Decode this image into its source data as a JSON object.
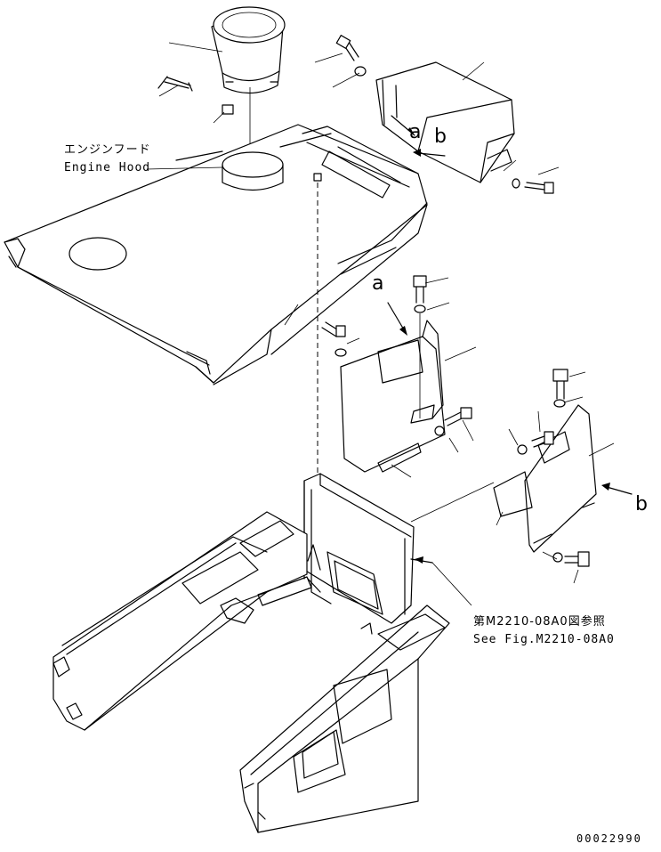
{
  "labels": {
    "engine_hood_jp": "エンジンフード",
    "engine_hood_en": "Engine Hood",
    "see_fig_jp": "第M2210-08A0図参照",
    "see_fig_en": "See Fig.M2210-08A0",
    "view_a_upper": "a",
    "view_b_upper": "b",
    "view_a_lower": "a",
    "view_b_lower": "b",
    "drawing_number": "00022990"
  }
}
